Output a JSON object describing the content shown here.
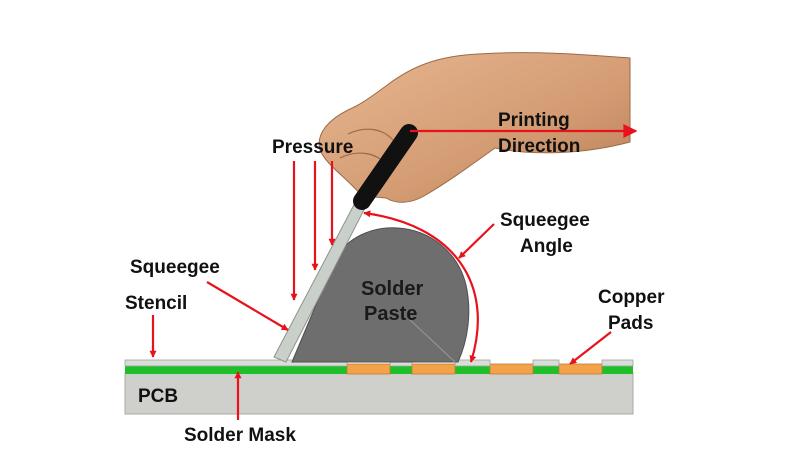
{
  "labels": {
    "printing": "Printing",
    "direction": "Direction",
    "pressure": "Pressure",
    "squeegee_angle_1": "Squeegee",
    "squeegee_angle_2": "Angle",
    "squeegee": "Squeegee",
    "solder": "Solder",
    "paste": "Paste",
    "stencil": "Stencil",
    "copper": "Copper",
    "pads": "Pads",
    "pcb": "PCB",
    "solder_mask": "Solder Mask"
  },
  "colors": {
    "arrow": "#e8121c",
    "pcb": "#cfd0cb",
    "solder_mask": "#1fbf2a",
    "copper": "#f2a24b",
    "stencil": "#d9ddd8",
    "paste": "#6e6e6e",
    "squeegee_blade": "#c9cfc9",
    "handle": "#111111",
    "skin": "#d9a37a"
  }
}
